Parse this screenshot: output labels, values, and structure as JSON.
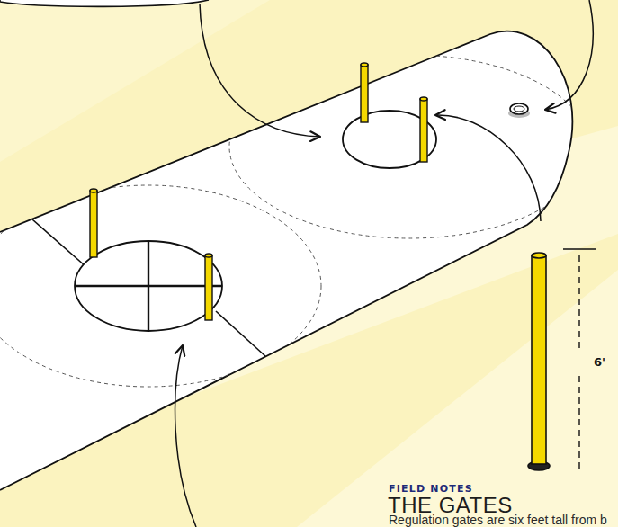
{
  "diagram": {
    "labels": [
      "6'",
      "FIELD NOTES",
      "THE GATES",
      "Regulation gates are six feet tall from b"
    ]
  }
}
